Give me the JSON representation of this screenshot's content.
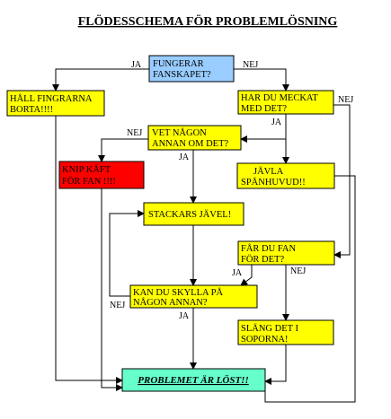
{
  "title": "FLÖDESSCHEMA FÖR PROBLEMLÖSNING",
  "colors": {
    "yellow": "#ffff00",
    "blue": "#99ccff",
    "red": "#ff0000",
    "teal": "#66ffcc",
    "line": "#000000"
  },
  "boxes": {
    "start": {
      "line1": "FUNGERAR",
      "line2": "FANSKAPET?"
    },
    "hall": {
      "line1": "HÅLL FINGRARNA",
      "line2": "BORTA!!!!"
    },
    "meckat": {
      "line1": "HAR DU MECKAT",
      "line2": "MED DET?"
    },
    "vet": {
      "line1": "VET NÅGON",
      "line2": "ANNAN OM DET?"
    },
    "knip": {
      "line1": "KNIP KÄFT",
      "line2": "FÖR FAN !!!!"
    },
    "javla": {
      "line1": "JÄVLA",
      "line2": "SPÅNHUVUD!!"
    },
    "stackars": {
      "line1": "STACKARS JÄVEL!"
    },
    "far": {
      "line1": "FÅR DU FAN",
      "line2": "FÖR DET?"
    },
    "skylla": {
      "line1": "KAN DU SKYLLA PÅ",
      "line2": "NÅGON ANNAN?"
    },
    "slang": {
      "line1": "SLÄNG DET I",
      "line2": "SOPORNA!"
    },
    "final": {
      "line1": "PROBLEMET ÄR LÖST!!"
    }
  },
  "labels": {
    "start_ja": "JA",
    "start_nej": "NEJ",
    "meckat_nej": "NEJ",
    "meckat_ja": "JA",
    "vet_nej": "NEJ",
    "vet_ja": "JA",
    "far_ja": "JA",
    "far_nej": "NEJ",
    "skylla_nej": "NEJ",
    "skylla_ja": "JA"
  }
}
